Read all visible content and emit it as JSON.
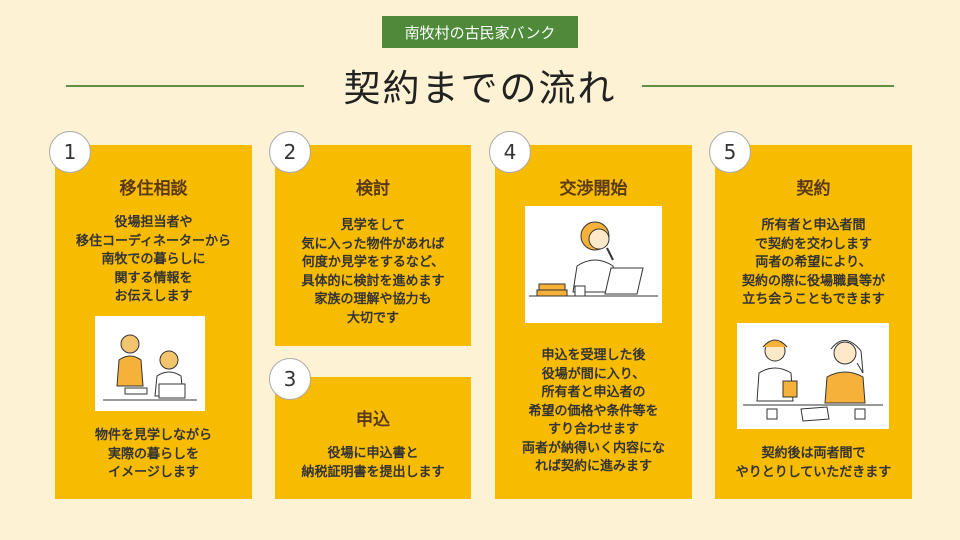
{
  "badge": "南牧村の古民家バンク",
  "title": "契約までの流れ",
  "steps": [
    {
      "num": "1",
      "title": "移住相談",
      "text": "役場担当者や\n移住コーディネーターから\n南牧での暮らしに\n関する情報を\nお伝えします",
      "text2": "物件を見学しながら\n実際の暮らしを\nイメージします"
    },
    {
      "num": "2",
      "title": "検討",
      "text": "見学をして\n気に入った物件があれば\n何度か見学をするなど、\n具体的に検討を進めます\n家族の理解や協力も\n大切です"
    },
    {
      "num": "3",
      "title": "申込",
      "text": "役場に申込書と\n納税証明書を提出します"
    },
    {
      "num": "4",
      "title": "交渉開始",
      "text": "申込を受理した後\n役場が間に入り、\n所有者と申込者の\n希望の価格や条件等を\nすり合わせます\n両者が納得いく内容にな\nれば契約に進みます"
    },
    {
      "num": "5",
      "title": "契約",
      "text": "所有者と申込者間\nで契約を交わします\n両者の希望により、\n契約の際に役場職員等が\n立ち会うこともできます",
      "text2": "契約後は両者間で\nやりとりしていただきます"
    }
  ],
  "colors": {
    "card": "#f7bb00",
    "badge": "#4e8a3a",
    "line": "#5d8f43",
    "background": "#fdf2d3"
  }
}
